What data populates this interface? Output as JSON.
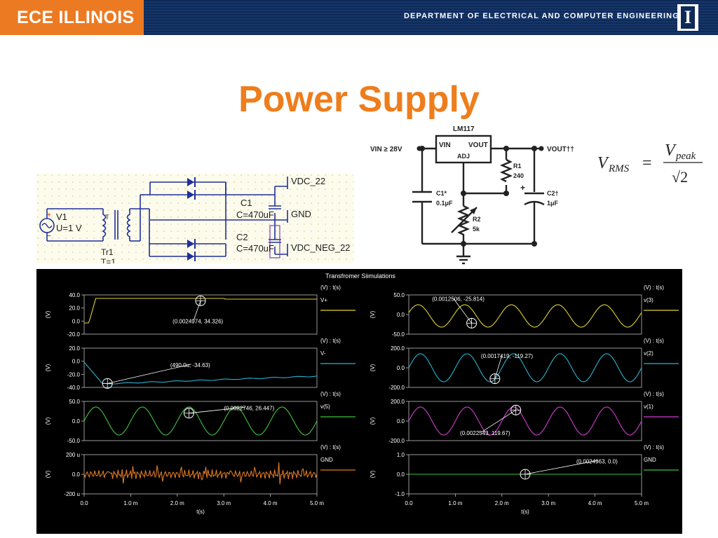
{
  "header": {
    "brand": "ECE ILLINOIS",
    "department": "DEPARTMENT OF ELECTRICAL AND COMPUTER ENGINEERING",
    "logo_letter": "I",
    "colors": {
      "brand_orange": "#ec7a22",
      "navy": "#0e2a57"
    }
  },
  "slide": {
    "title": "Power Supply",
    "title_color": "#ee7d1c"
  },
  "schematic": {
    "v1_label": "V1",
    "v1_value": "U=1 V",
    "plus": "+",
    "minus": "−",
    "tr_label": "Tr1",
    "tr_value": "T=1",
    "tr_turns": "T",
    "c1_label": "C1",
    "c1_value": "C=470uF",
    "c2_label": "C2",
    "c2_value": "C=470uF",
    "node_top": "VDC_22",
    "node_gnd": "GND",
    "node_neg": "VDC_NEG_22"
  },
  "regulator": {
    "ic_name": "LM117",
    "vin_label": "VIN ≥ 28V",
    "pin_vin": "VIN",
    "pin_vout": "VOUT",
    "pin_adj": "ADJ",
    "vout_label": "VOUT††",
    "r1": "R1",
    "r1_value": "240",
    "r2": "R2",
    "r2_value": "5k",
    "c1": "C1*",
    "c1_value": "0.1μF",
    "c2": "C2†",
    "c2_value": "1μF",
    "plus": "+"
  },
  "formula": {
    "lhs": "V",
    "lhs_sub": "RMS",
    "eq": "=",
    "num": "V",
    "num_sub": "peak",
    "den": "√2"
  },
  "sim": {
    "title": "Transfromer Siimulations",
    "xlabel": "t(s)",
    "xticks": [
      "0.0",
      "1.0 m",
      "2.0 m",
      "3.0 m",
      "4.0 m",
      "5.0 m"
    ],
    "ylabel": "(V)",
    "legend_header": "(V) : t(s)",
    "plots": [
      {
        "col": 0,
        "row": 0,
        "name": "V+",
        "color": "#e2d13a",
        "yticks": [
          "40.0",
          "20.0",
          "0.0",
          "-20.0"
        ],
        "annotation": "(0.0024974, 34.326)"
      },
      {
        "col": 0,
        "row": 1,
        "name": "V-",
        "color": "#28b3cf",
        "yticks": [
          "20.0",
          "0.0",
          "-20.0",
          "-40.0"
        ],
        "annotation": "(490.0u, -34.63)"
      },
      {
        "col": 0,
        "row": 2,
        "name": "v(5)",
        "color": "#3ec43e",
        "yticks": [
          "50.0",
          "0.0",
          "-50.0"
        ],
        "annotation": "(0.0022746, 26.447)"
      },
      {
        "col": 0,
        "row": 3,
        "name": "GND",
        "color": "#e07a24",
        "yticks": [
          "200 u",
          "0.0",
          "-200 u"
        ],
        "annotation": ""
      },
      {
        "col": 1,
        "row": 0,
        "name": "v(3)",
        "color": "#e2d13a",
        "yticks": [
          "50.0",
          "0.0",
          "-50.0"
        ],
        "annotation": "(0.0012506, -25.814)"
      },
      {
        "col": 1,
        "row": 1,
        "name": "v(2)",
        "color": "#28b3cf",
        "yticks": [
          "200.0",
          "0.0",
          "-200.0"
        ],
        "annotation": "(0.0017419, -119.27)"
      },
      {
        "col": 1,
        "row": 2,
        "name": "v(1)",
        "color": "#d23cd2",
        "yticks": [
          "200.0",
          "0.0",
          "-200.0"
        ],
        "annotation": "(0.0022543, 119.67)"
      },
      {
        "col": 1,
        "row": 3,
        "name": "GND",
        "color": "#3ec43e",
        "yticks": [
          "1.0",
          "0.0",
          "-1.0"
        ],
        "annotation": "(0.0024963, 0.0)"
      }
    ]
  }
}
